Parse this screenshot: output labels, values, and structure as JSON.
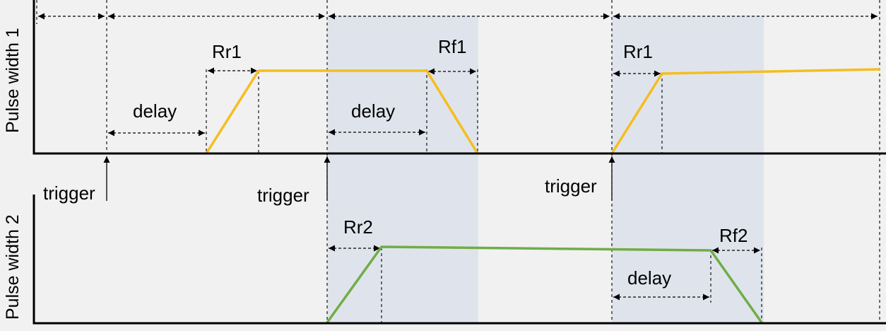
{
  "colors": {
    "background": "#f1f1f1",
    "shade": "#dfe4ec",
    "pulse1": "#f5bd1f",
    "pulse2": "#70ad47"
  },
  "axes": {
    "top": "Pulse width 1",
    "bottom": "Pulse width 2"
  },
  "labels": {
    "rr1": "Rr1",
    "rf1": "Rf1",
    "rr2": "Rr2",
    "rf2": "Rf2",
    "delay": "delay",
    "trigger": "trigger"
  }
}
